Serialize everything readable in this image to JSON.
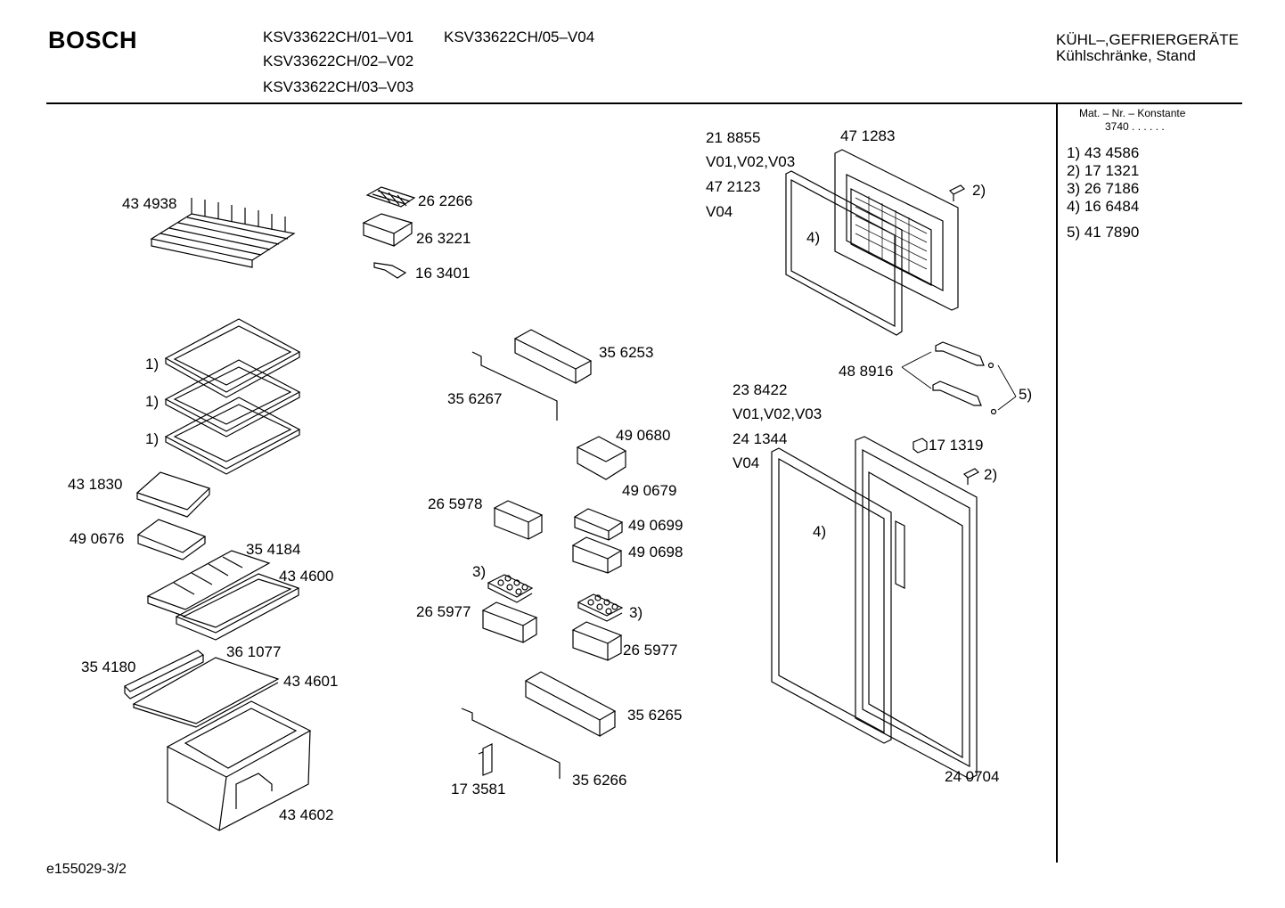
{
  "header": {
    "brand": "BOSCH",
    "models": [
      "KSV33622CH/01–V01",
      "KSV33622CH/05–V04",
      "KSV33622CH/02–V02",
      "KSV33622CH/03–V03"
    ],
    "category": "KÜHL–,GEFRIERGERÄTE",
    "subcategory": "Kühlschränke, Stand"
  },
  "sidebar": {
    "title": "Mat. – Nr. – Konstante",
    "value": "3740 . . . . . .",
    "items": [
      "1)  43 4586",
      "2)  17 1321",
      "3)  26 7186",
      "4)  16 6484",
      "5)  41 7890"
    ]
  },
  "labels": [
    "43 4938",
    "26 2266",
    "26 3221",
    "16 3401",
    "1)",
    "1)",
    "1)",
    "43 1830",
    "49 0676",
    "35 4184",
    "43 4600",
    "35 4180",
    "36 1077",
    "43 4601",
    "43 4602",
    "35 6253",
    "35 6267",
    "49 0680",
    "49 0679",
    "26 5978",
    "49 0699",
    "49 0698",
    "3)",
    "26 5977",
    "3)",
    "26 5977",
    "35 6265",
    "17 3581",
    "35 6266",
    "21 8855",
    "47 1283",
    "V01,V02,V03",
    "47 2123",
    "V04",
    "2)",
    "4)",
    "48 8916",
    "5)",
    "23 8422",
    "V01,V02,V03",
    "24 1344",
    "V04",
    "17 1319",
    "2)",
    "4)",
    "24 0704"
  ],
  "footer": {
    "code": "e155029-3/2"
  }
}
